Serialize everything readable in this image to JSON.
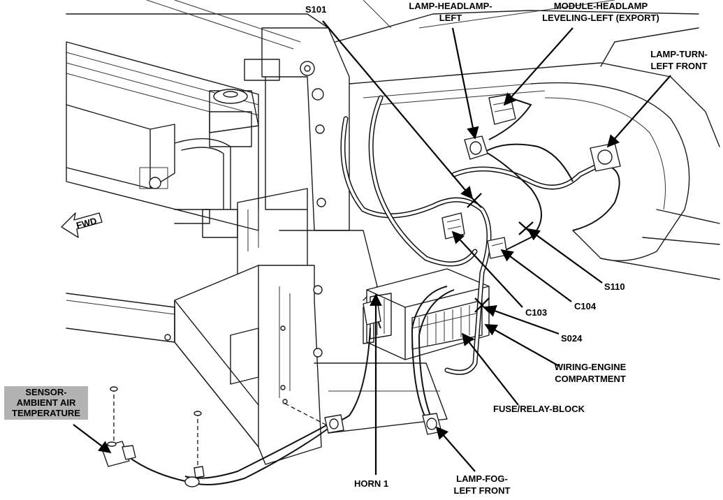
{
  "labels": {
    "s101": "S101",
    "lamp_headlamp_left_1": "LAMP-HEADLAMP-",
    "lamp_headlamp_left_2": "LEFT",
    "module_headlamp_1": "MODULE-HEADLAMP",
    "module_headlamp_2": "LEVELING-LEFT (EXPORT)",
    "lamp_turn_1": "LAMP-TURN-",
    "lamp_turn_2": "LEFT FRONT",
    "s110": "S110",
    "c104": "C104",
    "c103": "C103",
    "s024": "S024",
    "wiring_engine_1": "WIRING-ENGINE",
    "wiring_engine_2": "COMPARTMENT",
    "fuse_relay_block": "FUSE/RELAY-BLOCK",
    "lamp_fog_1": "LAMP-FOG-",
    "lamp_fog_2": "LEFT FRONT",
    "horn_1": "HORN 1",
    "sensor_1": "SENSOR-",
    "sensor_2": "AMBIENT AIR",
    "sensor_3": "TEMPERATURE",
    "fwd": "FWD"
  },
  "colors": {
    "sensor_label_bg": "#b3b3b3"
  }
}
